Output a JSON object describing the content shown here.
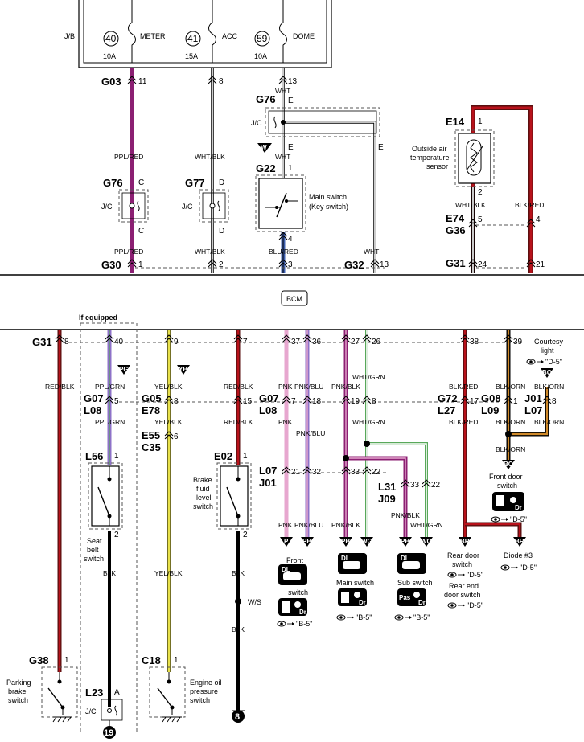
{
  "jb": {
    "label": "J/B",
    "fuses": [
      {
        "num": "40",
        "name": "METER",
        "amp": "10A"
      },
      {
        "num": "41",
        "name": "ACC",
        "amp": "15A"
      },
      {
        "num": "59",
        "name": "DOME",
        "amp": "10A"
      }
    ]
  },
  "bcm_label": "BCM",
  "if_equipped": "If equipped",
  "jc": "J/C",
  "connectors": {
    "g03": "G03",
    "g30": "G30",
    "g76a": "G76",
    "g76b": "G76",
    "g77": "G77",
    "g22": "G22",
    "g32": "G32",
    "e14": "E14",
    "e74": "E74",
    "g36": "G36",
    "g31a": "G31",
    "g31b": "G31",
    "g07a": "G07",
    "l08a": "L08",
    "g05": "G05",
    "e78": "E78",
    "e55": "E55",
    "c35": "C35",
    "l56": "L56",
    "e02": "E02",
    "g07b": "G07",
    "l08b": "L08",
    "l07a": "L07",
    "j01a": "J01",
    "l31": "L31",
    "j09": "J09",
    "g72": "G72",
    "l27": "L27",
    "g08": "G08",
    "l09": "L09",
    "j01b": "J01",
    "l07b": "L07",
    "g38": "G38",
    "l23": "L23",
    "c18": "C18"
  },
  "pins": {
    "g03": "11",
    "acc_top": "8",
    "dome_top": "13",
    "g76_e1": "E",
    "g76_e2": "E",
    "g76_e3": "E",
    "g76_c1": "C",
    "g76_c2": "C",
    "g77_d1": "D",
    "g77_d2": "D",
    "g22_1": "1",
    "g22_4": "4",
    "g30_1": "1",
    "g30_2": "2",
    "g30_3": "3",
    "g32_13": "13",
    "e14_1": "1",
    "e14_2": "2",
    "e74_5": "5",
    "e74_4": "4",
    "g31_24": "24",
    "g31_21": "21",
    "b8": "8",
    "b40": "40",
    "b9": "9",
    "b7": "7",
    "b37": "37",
    "b36": "36",
    "b27": "27",
    "b26": "26",
    "b38": "38",
    "b39": "39",
    "g07_5": "5",
    "l56_1": "1",
    "l56_2": "2",
    "g05_8": "8",
    "e55_6": "6",
    "e02_15": "15",
    "e02_1": "1",
    "e02_2": "2",
    "g07_7": "7",
    "g07_18": "18",
    "g07_19": "19",
    "g07_8": "8",
    "l07_21": "21",
    "l07_32": "32",
    "l07_33": "33",
    "l07_22": "22",
    "l31_33": "33",
    "l31_22": "22",
    "g72_17": "17",
    "g08_1": "1",
    "j01_8": "8",
    "g38_1": "1",
    "l23_a": "A",
    "c18_1": "1"
  },
  "wires": {
    "ppl_red_a": "PPL/RED",
    "ppl_red_b": "PPL/RED",
    "wht_blk_a": "WHT/BLK",
    "wht_blk_b": "WHT/BLK",
    "wht_a": "WHT",
    "wht_b": "WHT",
    "wht_c": "WHT",
    "blu_red": "BLU/RED",
    "wht_blk_c": "WHT/BLK",
    "blk_red_a": "BLK/RED",
    "red_blk_a": "RED/BLK",
    "ppl_grn_a": "PPL/GRN",
    "ppl_grn_b": "PPL/GRN",
    "blk_a": "BLK",
    "yel_blk_a": "YEL/BLK",
    "yel_blk_b": "YEL/BLK",
    "yel_blk_c": "YEL/BLK",
    "red_blk_b": "RED/BLK",
    "red_blk_c": "RED/BLK",
    "blk_b": "BLK",
    "blk_c": "BLK",
    "ws": "W/S",
    "pnk_a": "PNK",
    "pnk_b": "PNK",
    "pnk_c": "PNK",
    "pnk_blu_a": "PNK/BLU",
    "pnk_blu_b": "PNK/BLU",
    "pnk_blu_c": "PNK/BLU",
    "pnk_blk_a": "PNK/BLK",
    "pnk_blk_b": "PNK/BLK",
    "pnk_blk_c": "PNK/BLK",
    "wht_grn_a": "WHT/GRN",
    "wht_grn_b": "WHT/GRN",
    "wht_grn_c": "WHT/GRN",
    "blk_red_b": "BLK/RED",
    "blk_red_c": "BLK/RED",
    "blk_orn_a": "BLK/ORN",
    "blk_orn_b": "BLK/ORN",
    "blk_orn_c": "BLK/ORN",
    "blk_orn_d": "BLK/ORN",
    "blk_orn_e": "BLK/ORN"
  },
  "marks": {
    "w": "W",
    "pg": "PG",
    "yb": "YB",
    "bo_a": "BO",
    "bo_b": "BO",
    "p": "P",
    "pb_a": "PB",
    "pb_b": "PB",
    "pb_c": "PB",
    "wg_a": "WG",
    "wg_b": "WG",
    "br_a": "BR",
    "br_b": "BR"
  },
  "grounds": {
    "g19": "19",
    "g8": "8"
  },
  "components": {
    "outside_air": "Outside air",
    "temperature": "temperature",
    "sensor": "sensor",
    "main_switch": "Main switch",
    "key_switch": "(Key switch)",
    "seat": "Seat",
    "belt": "belt",
    "switch_a": "switch",
    "brake": "Brake",
    "fluid": "fluid",
    "level": "level",
    "switch_b": "switch",
    "parking": "Parking",
    "brake_b": "brake",
    "switch_c": "switch",
    "engine_oil": "Engine oil",
    "pressure": "pressure",
    "switch_d": "switch",
    "courtesy": "Courtesy",
    "light": "light",
    "front_door": "Front door",
    "switch_e": "switch",
    "front": "Front",
    "switch_f": "switch",
    "main_switch_b": "Main switch",
    "sub_switch": "Sub switch",
    "rear_door": "Rear door",
    "switch_g": "switch",
    "rear_end": "Rear end",
    "door_switch": "door switch",
    "diode": "Diode #3"
  },
  "refs": {
    "d5_a": "\"D-5\"",
    "d5_b": "\"D-5\"",
    "d5_c": "\"D-5\"",
    "d5_d": "\"D-5\"",
    "d5_e": "\"D-5\"",
    "b5_a": "\"B-5\"",
    "b5_b": "\"B-5\"",
    "b5_c": "\"B-5\""
  },
  "icons": {
    "dl_a": "DL",
    "dl_b": "DL",
    "dl_c": "DL",
    "dr_a": "Dr",
    "dr_b": "Dr",
    "dr_c": "Dr",
    "dr_d": "Dr",
    "pas": "Pas"
  },
  "colors": {
    "purple": "#8b1f72",
    "red": "#b8121b",
    "darkred": "#5a0f0f",
    "yellow": "#e8e14a",
    "pink": "#e7a7cf",
    "violet": "#8e72c8",
    "blue": "#3d5fb0",
    "green": "#58a85a",
    "orange": "#d08a2a"
  }
}
